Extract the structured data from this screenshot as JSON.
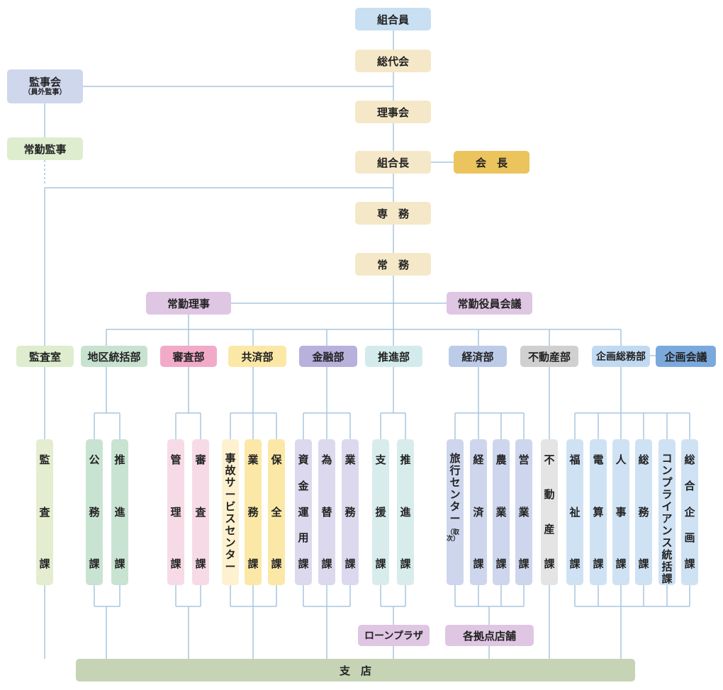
{
  "top": {
    "kumiaiin": "組合員",
    "soudai": "総代会",
    "rijikai": "理事会",
    "kumiaichou": "組合長",
    "kaichou": "会　長",
    "senmu": "専　務",
    "joumu": "常　務"
  },
  "audit": {
    "kanjikai": "監事会",
    "kanjikai_sub": "（員外監事）",
    "joukin_kanji": "常勤監事"
  },
  "mid": {
    "joukin_riji": "常勤理事",
    "yakuin_kaigi": "常勤役員会議"
  },
  "departments": {
    "kansa": "監査室",
    "chiku": "地区統括部",
    "shinsa": "審査部",
    "kyousai": "共済部",
    "kinyuu": "金融部",
    "suishin": "推進部",
    "keizai": "経済部",
    "fudousan": "不動産部",
    "kikaku": "企画総務部",
    "kikaku_kaigi": "企画会議"
  },
  "sections": {
    "kansa": [
      "監",
      "査",
      "課"
    ],
    "koumu": [
      "公",
      "務",
      "課"
    ],
    "suishin1": [
      "推",
      "進",
      "課"
    ],
    "kanri": [
      "管",
      "理",
      "課"
    ],
    "shinsa": [
      "審",
      "査",
      "課"
    ],
    "jiko": [
      "事",
      "故",
      "サ",
      "ー",
      "ビ",
      "ス",
      "セ",
      "ン",
      "タ",
      "ー"
    ],
    "gyoumu1": [
      "業",
      "務",
      "課"
    ],
    "hozen": [
      "保",
      "全",
      "課"
    ],
    "shikin": [
      "資",
      "金",
      "運",
      "用",
      "課"
    ],
    "kawase": [
      "為",
      "替",
      "課"
    ],
    "gyoumu2": [
      "業",
      "務",
      "課"
    ],
    "shien": [
      "支",
      "援",
      "課"
    ],
    "suishin2": [
      "推",
      "進",
      "課"
    ],
    "ryokou": [
      "旅",
      "行",
      "セ",
      "ン",
      "タ",
      "ー"
    ],
    "ryokou_note": "（取次）",
    "keizaika": [
      "経",
      "済",
      "課"
    ],
    "nougyou": [
      "農",
      "業",
      "課"
    ],
    "eigyou": [
      "営",
      "業",
      "課"
    ],
    "fudousanka": [
      "不",
      "動",
      "産",
      "課"
    ],
    "fukushi": [
      "福",
      "祉",
      "課"
    ],
    "densan": [
      "電",
      "算",
      "課"
    ],
    "jinji": [
      "人",
      "事",
      "課"
    ],
    "soumu": [
      "総",
      "務",
      "課"
    ],
    "compliance": [
      "コ",
      "ン",
      "プ",
      "ラ",
      "イ",
      "ア",
      "ン",
      "ス",
      "統",
      "括",
      "課"
    ],
    "sougou": [
      "総",
      "合",
      "企",
      "画",
      "課"
    ]
  },
  "bottom": {
    "loan_plaza": "ローンプラザ",
    "kyoten": "各拠点店舗",
    "shiten": "支　店"
  },
  "colors": {
    "line": "#a9c6df",
    "gold": "#ebc45d",
    "base": "#c6d3b5"
  }
}
